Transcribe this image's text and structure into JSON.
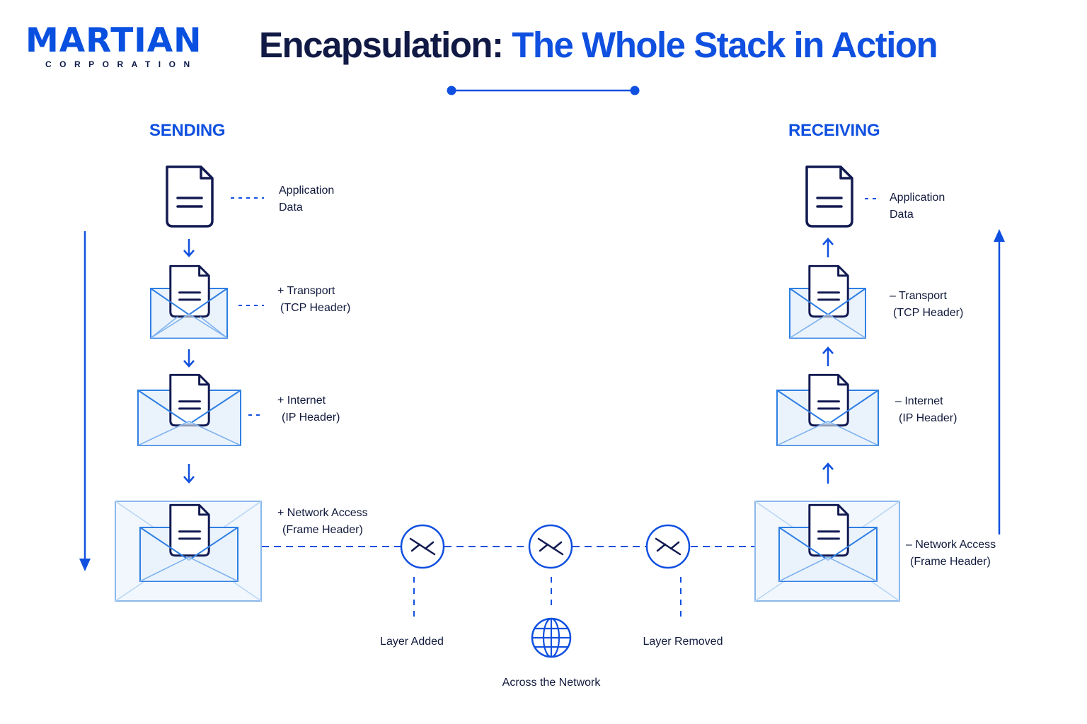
{
  "logo": {
    "name": "MARTIAN",
    "subtitle": "CORPORATION"
  },
  "title": {
    "part1": "Encapsulation:",
    "part2": "The Whole Stack in Action"
  },
  "sending": {
    "heading": "SENDING",
    "layers": [
      {
        "line1": "Application",
        "line2": "Data"
      },
      {
        "line1": "+ Transport",
        "line2": "(TCP Header)"
      },
      {
        "line1": "+ Internet",
        "line2": "(IP Header)"
      },
      {
        "line1": "+ Network Access",
        "line2": "(Frame Header)"
      }
    ]
  },
  "receiving": {
    "heading": "RECEIVING",
    "layers": [
      {
        "line1": "Application",
        "line2": "Data"
      },
      {
        "line1": "– Transport",
        "line2": "(TCP Header)"
      },
      {
        "line1": "– Internet",
        "line2": "(IP Header)"
      },
      {
        "line1": "– Network Access",
        "line2": "(Frame Header)"
      }
    ]
  },
  "network": {
    "layer_added": "Layer Added",
    "across": "Across the Network",
    "layer_removed": "Layer Removed"
  },
  "colors": {
    "navy": "#111a45",
    "blue": "#1050e0",
    "light_blue": "#4a90e2",
    "fill": "#eaf3fc"
  }
}
